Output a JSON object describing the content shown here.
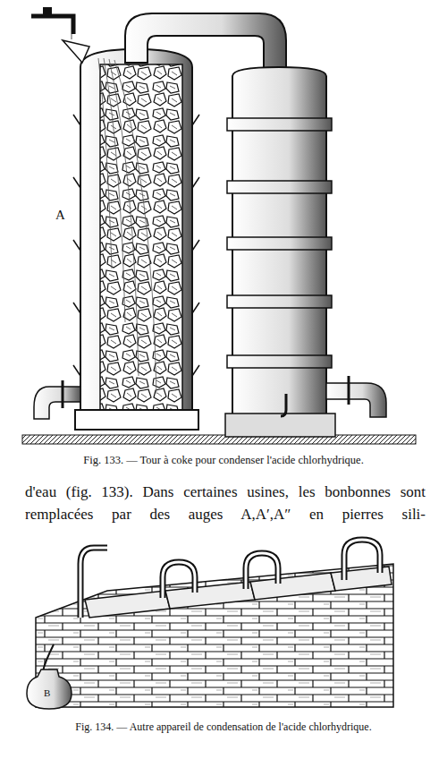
{
  "diagram": {
    "labels": [
      "A",
      "Fig. 133. — Tour à coke pour condenser l'acide chlorhydrique.",
      "d'eau (fig. 133). Dans certaines usines, les bonbonnes sont remplacées par des auges A,A′,A″ en pierres sili-",
      "B",
      "Fig. 134. — Autre appareil de condensation de l'acide chlorhydrique."
    ]
  }
}
